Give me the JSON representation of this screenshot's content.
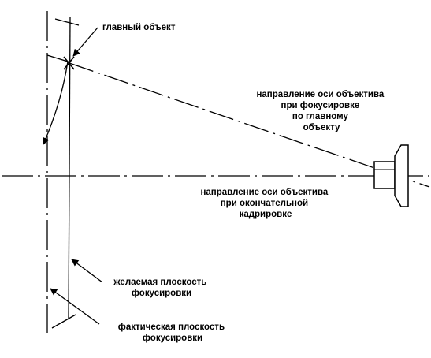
{
  "labels": {
    "main_subject": "главный объект",
    "focus_axis": [
      "направление оси объектива",
      "при фокусировке",
      "по главному",
      "объекту"
    ],
    "final_axis": [
      "направление оси объектива",
      "при окончательной",
      "кадрировке"
    ],
    "desired_plane": [
      "желаемая плоскость",
      "фокусировки"
    ],
    "actual_plane": [
      "фактическая плоскость",
      "фокусировки"
    ]
  },
  "colors": {
    "ink": "#000000",
    "background": "#ffffff"
  },
  "icons": {
    "camera": "camera-side-icon",
    "subject_marker": "x-cross-icon"
  }
}
